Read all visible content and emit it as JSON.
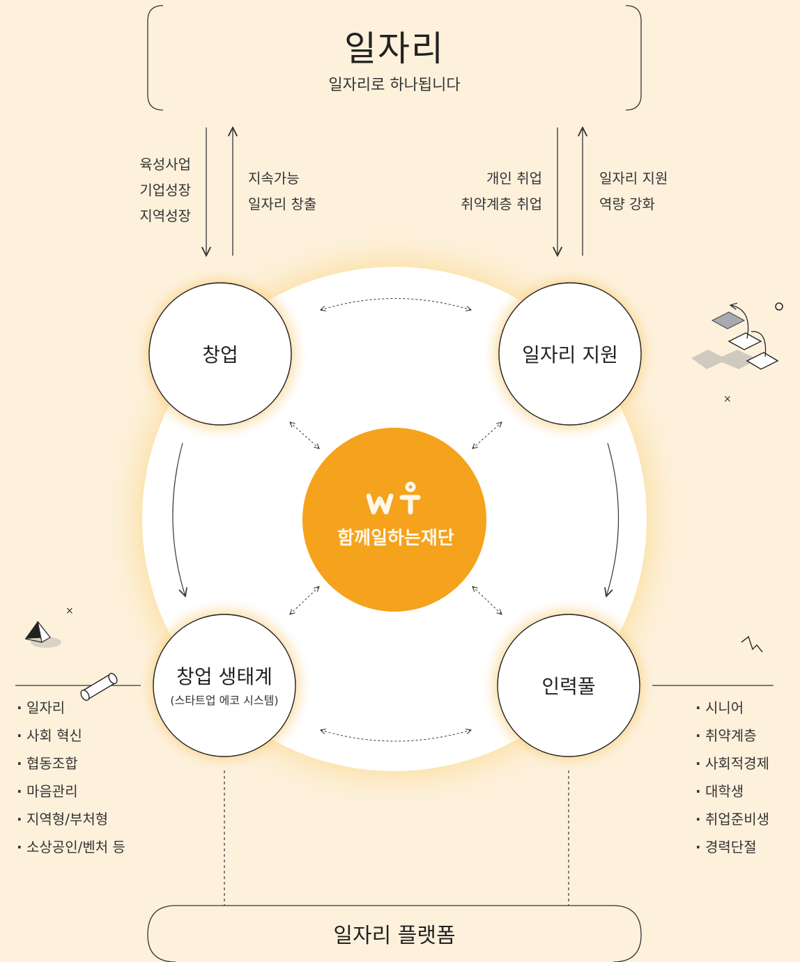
{
  "top_box": {
    "title": "일자리",
    "subtitle": "일자리로 하나됩니다"
  },
  "arrow_labels": {
    "left_down": [
      "육성사업",
      "기업성장",
      "지역성장"
    ],
    "left_up": [
      "지속가능",
      "일자리 창출"
    ],
    "right_down": [
      "개인 취업",
      "취약계층 취업"
    ],
    "right_up": [
      "일자리 지원",
      "역량 강화"
    ]
  },
  "nodes": {
    "top_left": "창업",
    "top_right": "일자리 지원",
    "bottom_left": "창업 생태계",
    "bottom_left_sub": "(스타트업 에코 시스템)",
    "bottom_right": "인력풀"
  },
  "center": {
    "logo": "wf",
    "name": "함께일하는재단"
  },
  "left_list": [
    "일자리",
    "사회 혁신",
    "협동조합",
    "마음관리",
    "지역형/부처형",
    "소상공인/벤처 등"
  ],
  "right_list": [
    "시니어",
    "취약계층",
    "사회적경제",
    "대학생",
    "취업준비생",
    "경력단절"
  ],
  "bottom_box": {
    "title": "일자리 플랫폼"
  },
  "colors": {
    "background": "#fdf1dc",
    "center_circle": "#f5a21c",
    "node_fill": "#ffffff",
    "glow": "#fbd98d"
  }
}
